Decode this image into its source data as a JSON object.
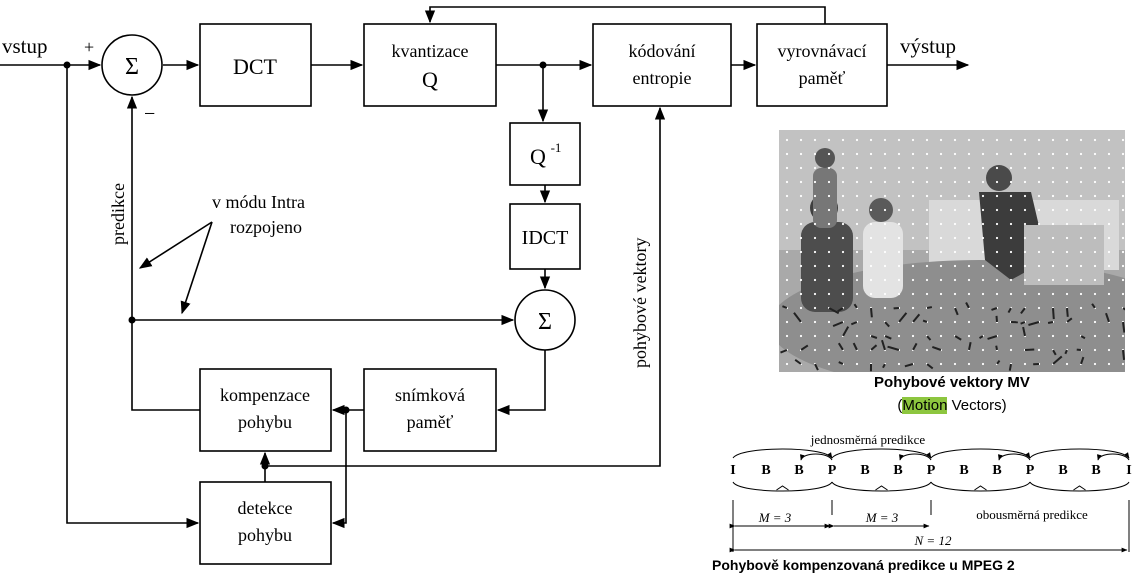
{
  "labels": {
    "input": "vstup",
    "output": "výstup",
    "plus": "+",
    "minus": "−",
    "sigma": "Σ",
    "dct": "DCT",
    "quant_line1": "kvantizace",
    "quant_line2": "Q",
    "entropy_line1": "kódování",
    "entropy_line2": "entropie",
    "buffer_line1": "vyrovnávací",
    "buffer_line2": "paměť",
    "invq": "Q",
    "invq_sup": "-1",
    "idct": "IDCT",
    "framemem_line1": "snímková",
    "framemem_line2": "paměť",
    "mc_line1": "kompenzace",
    "mc_line2": "pohybu",
    "me_line1": "detekce",
    "me_line2": "pohybu",
    "prediction": "predikce",
    "intra_line1": "v módu Intra",
    "intra_line2": "rozpojeno",
    "motion_vectors": "pohybové vektory"
  },
  "photo": {
    "caption1": "Pohybové vektory MV",
    "caption2_open": "(",
    "caption2_highlight": "Motion",
    "caption2_rest": " Vectors)",
    "highlight_color": "#8dc63f"
  },
  "gop": {
    "frames": [
      "I",
      "B",
      "B",
      "P",
      "B",
      "B",
      "P",
      "B",
      "B",
      "P",
      "B",
      "B",
      "I"
    ],
    "forward_label": "jednosměrná predikce",
    "bidir_label": "obousměrná predikce",
    "m1": "M = 3",
    "m2": "M = 3",
    "n": "N = 12",
    "caption": "Pohybově kompenzovaná predikce u MPEG 2"
  }
}
